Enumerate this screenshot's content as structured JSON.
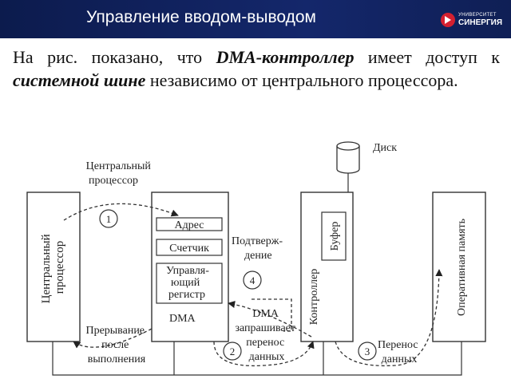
{
  "slide": {
    "title": "Управление вводом-выводом",
    "logo": {
      "line1": "УНИВЕРСИТЕТ",
      "line2": "СИНЕРГИЯ"
    }
  },
  "intro": {
    "part1": "На рис. показано, что ",
    "em1": "DMA-контроллер",
    "part2": " имеет доступ к ",
    "em2": "системной шине",
    "part3": " независимо от центрального процессора."
  },
  "diagram": {
    "cpu_caption": [
      "Центральный",
      "процессор"
    ],
    "cpu_box": [
      "Центральный",
      "процессор"
    ],
    "dma": {
      "address": "Адрес",
      "counter": "Счетчик",
      "control": [
        "Управля-",
        "ющий",
        "регистр"
      ],
      "label": "DMA"
    },
    "disk": "Диск",
    "controller": "Контроллер",
    "buffer": "Буфер",
    "memory": "Оперативная память",
    "ack": [
      "Подтверж-",
      "дение"
    ],
    "interrupt": [
      "Прерывание",
      "после",
      "выполнения"
    ],
    "dma_request": [
      "DMA",
      "запрашивает",
      "перенос",
      "данных"
    ],
    "transfer": [
      "Перенос",
      "данных"
    ],
    "steps": [
      "1",
      "2",
      "3",
      "4"
    ]
  }
}
